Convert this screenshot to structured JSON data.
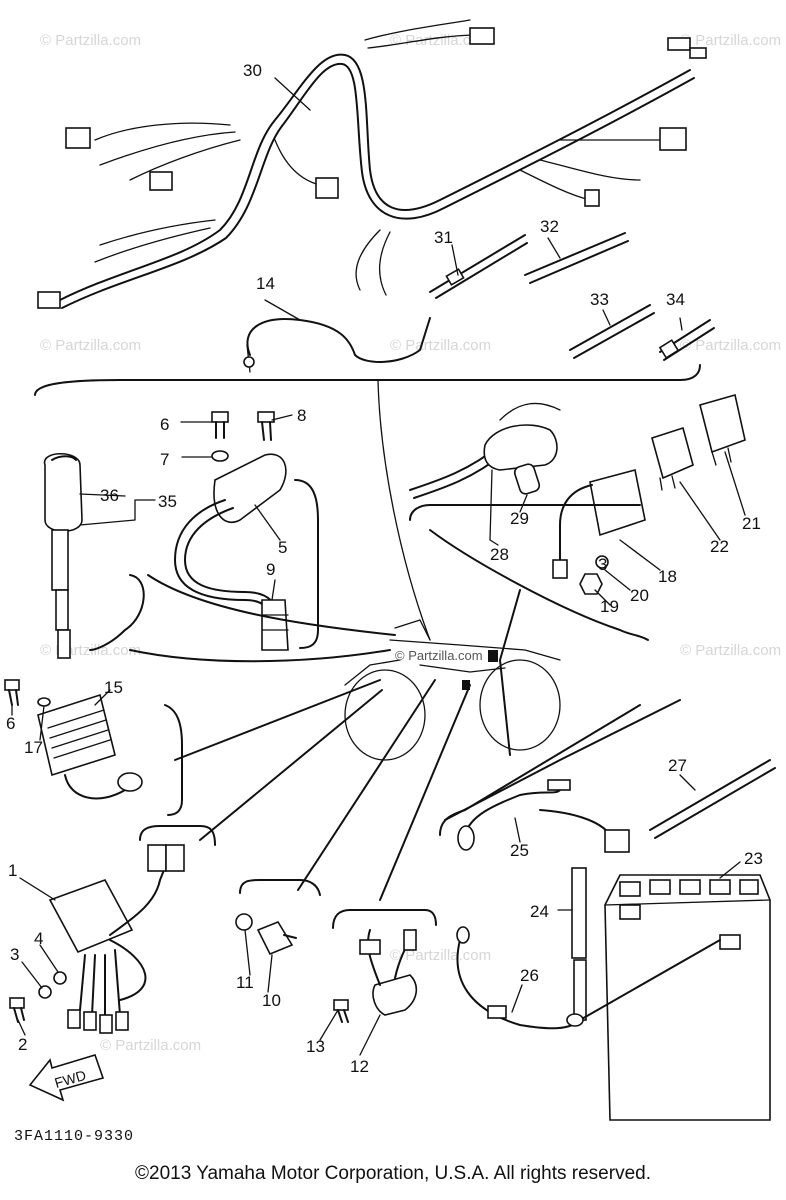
{
  "watermark": "© Partzilla.com",
  "center_watermark": "© Partzilla.com",
  "catalog_code": "3FA1110-9330",
  "copyright": "©2013 Yamaha Motor Corporation, U.S.A. All rights reserved.",
  "fwd_arrow_label": "FWD",
  "callouts": [
    {
      "id": "c30",
      "text": "30"
    },
    {
      "id": "c31",
      "text": "31"
    },
    {
      "id": "c32",
      "text": "32"
    },
    {
      "id": "c14",
      "text": "14"
    },
    {
      "id": "c33",
      "text": "33"
    },
    {
      "id": "c34",
      "text": "34"
    },
    {
      "id": "c6a",
      "text": "6"
    },
    {
      "id": "c8",
      "text": "8"
    },
    {
      "id": "c7",
      "text": "7"
    },
    {
      "id": "c36",
      "text": "36"
    },
    {
      "id": "c35",
      "text": "35"
    },
    {
      "id": "c5",
      "text": "5"
    },
    {
      "id": "c9",
      "text": "9"
    },
    {
      "id": "c29",
      "text": "29"
    },
    {
      "id": "c28",
      "text": "28"
    },
    {
      "id": "c18",
      "text": "18"
    },
    {
      "id": "c22",
      "text": "22"
    },
    {
      "id": "c21",
      "text": "21"
    },
    {
      "id": "c3b",
      "text": "3"
    },
    {
      "id": "c20",
      "text": "20"
    },
    {
      "id": "c19",
      "text": "19"
    },
    {
      "id": "c15",
      "text": "15"
    },
    {
      "id": "c6b",
      "text": "6"
    },
    {
      "id": "c17",
      "text": "17"
    },
    {
      "id": "c27",
      "text": "27"
    },
    {
      "id": "c25",
      "text": "25"
    },
    {
      "id": "c23",
      "text": "23"
    },
    {
      "id": "c24",
      "text": "24"
    },
    {
      "id": "c1",
      "text": "1"
    },
    {
      "id": "c4",
      "text": "4"
    },
    {
      "id": "c3",
      "text": "3"
    },
    {
      "id": "c2",
      "text": "2"
    },
    {
      "id": "c11",
      "text": "11"
    },
    {
      "id": "c10",
      "text": "10"
    },
    {
      "id": "c26",
      "text": "26"
    },
    {
      "id": "c13",
      "text": "13"
    },
    {
      "id": "c12",
      "text": "12"
    }
  ]
}
